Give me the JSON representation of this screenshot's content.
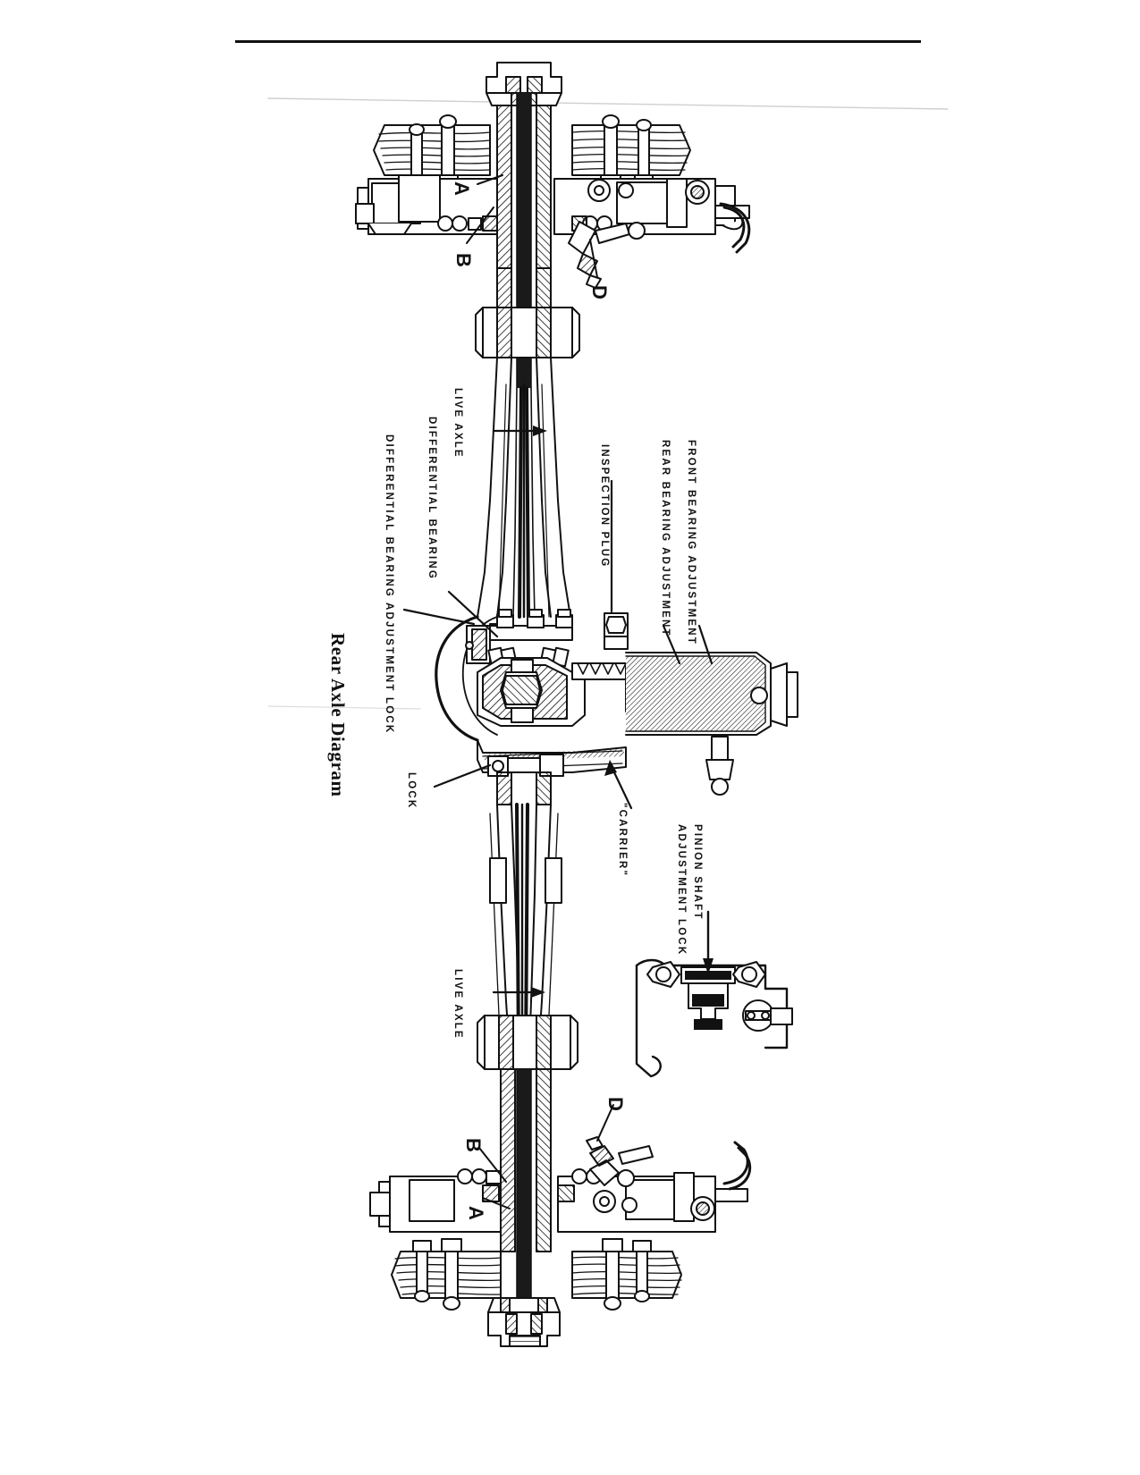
{
  "document": {
    "caption": "Rear Axle Diagram",
    "orientation": "rotated-90-clockwise",
    "type": "mechanical-cutaway-drawing"
  },
  "rule": {
    "present": true
  },
  "callouts": [
    {
      "id": "live-axle-upper",
      "text": "LIVE AXLE"
    },
    {
      "id": "differential-bearing",
      "text": "DIFFERENTIAL BEARING"
    },
    {
      "id": "differential-bearing-adjustment-lock",
      "text": "DIFFERENTIAL BEARING ADJUSTMENT LOCK"
    },
    {
      "id": "inspection-plug",
      "text": "INSPECTION PLUG"
    },
    {
      "id": "rear-bearing-adjustment",
      "text": "REAR BEARING ADJUSTMENT"
    },
    {
      "id": "front-bearing-adjustment",
      "text": "FRONT BEARING ADJUSTMENT"
    },
    {
      "id": "lock",
      "text": "LOCK"
    },
    {
      "id": "carrier",
      "text": "\"CARRIER\""
    },
    {
      "id": "live-axle-lower",
      "text": "LIVE AXLE"
    }
  ],
  "pinion_lock_callout": {
    "line1": "PINION SHAFT",
    "line2": "ADJUSTMENT LOCK"
  },
  "key_letters": {
    "upper": [
      "A",
      "B",
      "D"
    ],
    "lower": [
      "D",
      "B",
      "A"
    ]
  },
  "figure": {
    "name": "rear-axle-assembly-cutaway",
    "parts": [
      "live axle shaft",
      "differential housing",
      "ring gear and pinion",
      "differential bearings",
      "axle housing tubes",
      "leaf springs",
      "wheel hubs",
      "brake assemblies",
      "pinion shaft adjustment lock detail inset"
    ]
  }
}
